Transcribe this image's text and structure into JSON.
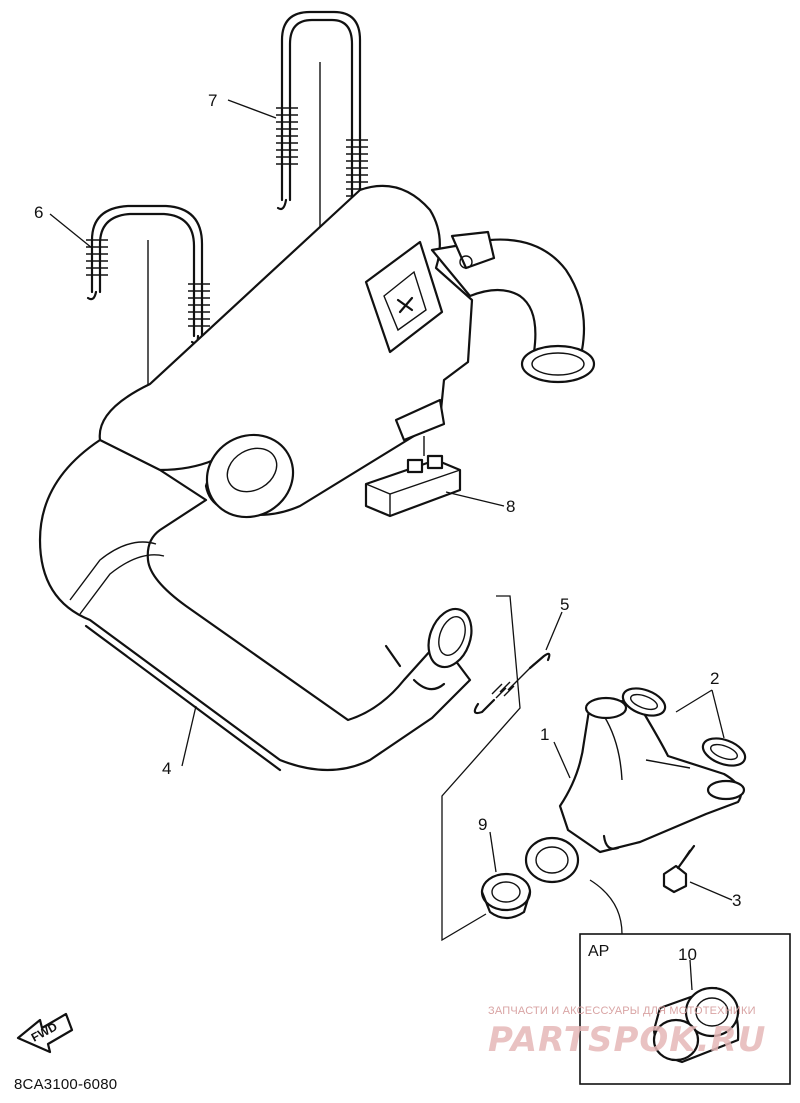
{
  "diagram": {
    "drawing_code": "8CA3100-6080",
    "fwd_label": "FWD",
    "detail_label": "AP",
    "callouts": {
      "c1": "1",
      "c2": "2",
      "c3": "3",
      "c4": "4",
      "c5": "5",
      "c6": "6",
      "c7": "7",
      "c8": "8",
      "c9": "9",
      "c10": "10"
    }
  },
  "watermark": {
    "subtitle": "ЗАПЧАСТИ И АКСЕССУАРЫ ДЛЯ МОТОТЕХНИКИ",
    "brand": "PARTSPOK.RU",
    "color": "#e6b8b8"
  }
}
